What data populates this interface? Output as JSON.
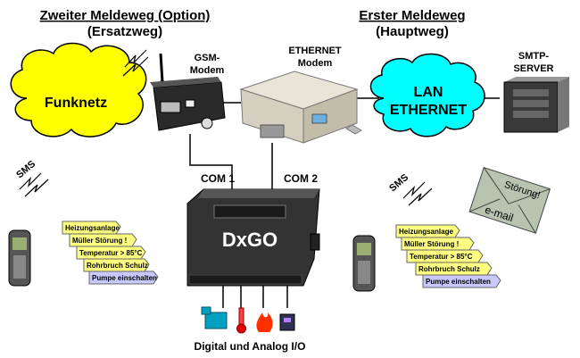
{
  "headings": {
    "secondary_title": "Zweiter Meldeweg (Option)",
    "secondary_subtitle": "(Ersatzweg)",
    "primary_title": "Erster Meldeweg",
    "primary_subtitle": "(Hauptweg)"
  },
  "labels": {
    "gsm_line1": "GSM-",
    "gsm_line2": "Modem",
    "eth_line1": "ETHERNET",
    "eth_line2": "Modem",
    "smtp_line1": "SMTP-",
    "smtp_line2": "SERVER",
    "funknetz": "Funknetz",
    "lan_line1": "LAN",
    "lan_line2": "ETHERNET",
    "com1": "COM 1",
    "com2": "COM 2",
    "device": "DxGO",
    "sms_left": "SMS",
    "sms_right": "SMS",
    "io": "Digital und Analog I/O",
    "email_line1": "Störung!",
    "email_line2": "e-mail"
  },
  "messages_left": [
    "Heizungsanlage",
    "Müller Störung !",
    "Temperatur > 85°C",
    "Rohrbruch Schulz",
    "Pumpe einschalten"
  ],
  "messages_right": [
    "Heizungsanlage",
    "Müller Störung !",
    "Temperatur > 85°C",
    "Rohrbruch Schulz",
    "Pumpe einschalten"
  ],
  "colors": {
    "cloud_left": "#ffff00",
    "cloud_right": "#00ffff",
    "msg_yellow": "#ffff80",
    "msg_blue": "#c8c8ff",
    "device_body": "#333333"
  }
}
